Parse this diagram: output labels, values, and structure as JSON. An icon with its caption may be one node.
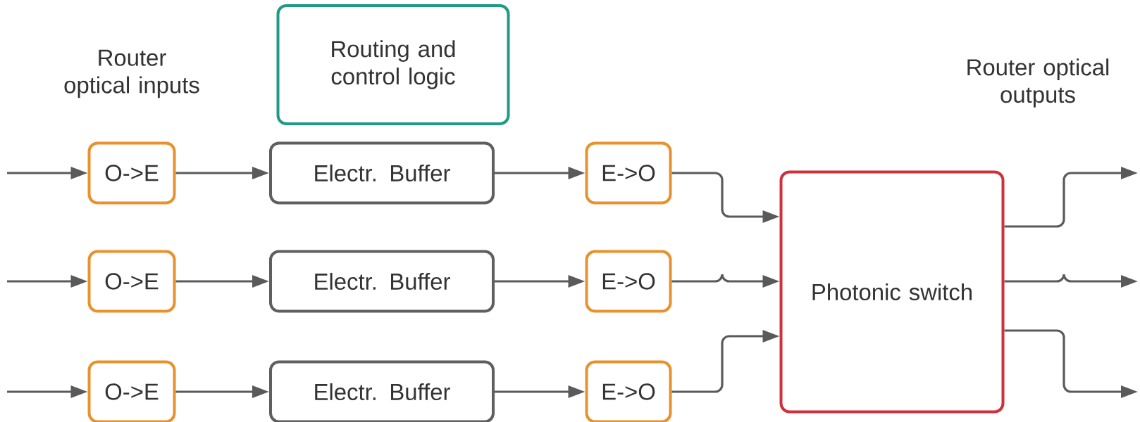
{
  "diagram": {
    "nodes": [
      {
        "text": [
          "Routing and control logic"
        ]
      },
      {
        "text": [
          "O->E"
        ]
      },
      {
        "text": [
          "Electr. Buffer"
        ]
      },
      {
        "text": [
          "E->O"
        ]
      },
      {
        "text": [
          "O->E"
        ]
      },
      {
        "text": [
          "Electr. Buffer"
        ]
      },
      {
        "text": [
          "E->O"
        ]
      },
      {
        "text": [
          "O->E"
        ]
      },
      {
        "text": [
          "Electr. Buffer"
        ]
      },
      {
        "text": [
          "E->O"
        ]
      },
      {
        "text": [
          "Photonic switch"
        ]
      }
    ],
    "edges": [
      {
        "from": null,
        "to": 1,
        "arrow": "to"
      },
      {
        "from": 1,
        "to": 2,
        "arrow": "to"
      },
      {
        "from": 2,
        "to": 3,
        "arrow": "to"
      },
      {
        "from": null,
        "to": 4,
        "arrow": "to"
      },
      {
        "from": 4,
        "to": 5,
        "arrow": "to"
      },
      {
        "from": 5,
        "to": 6,
        "arrow": "to"
      },
      {
        "from": null,
        "to": 7,
        "arrow": "to"
      },
      {
        "from": 7,
        "to": 8,
        "arrow": "to"
      },
      {
        "from": 8,
        "to": 9,
        "arrow": "to"
      },
      {
        "from": 3,
        "to": 10,
        "arrow": "to"
      },
      {
        "from": 6,
        "to": 10,
        "arrow": "to"
      },
      {
        "from": 9,
        "to": 10,
        "arrow": "to"
      },
      {
        "from": 10,
        "to": null,
        "arrow": "to"
      },
      {
        "from": 10,
        "to": null,
        "arrow": "to"
      },
      {
        "from": 10,
        "to": null,
        "arrow": "to"
      }
    ],
    "labels": [
      "Router optical inputs",
      "Router optical outputs"
    ]
  }
}
